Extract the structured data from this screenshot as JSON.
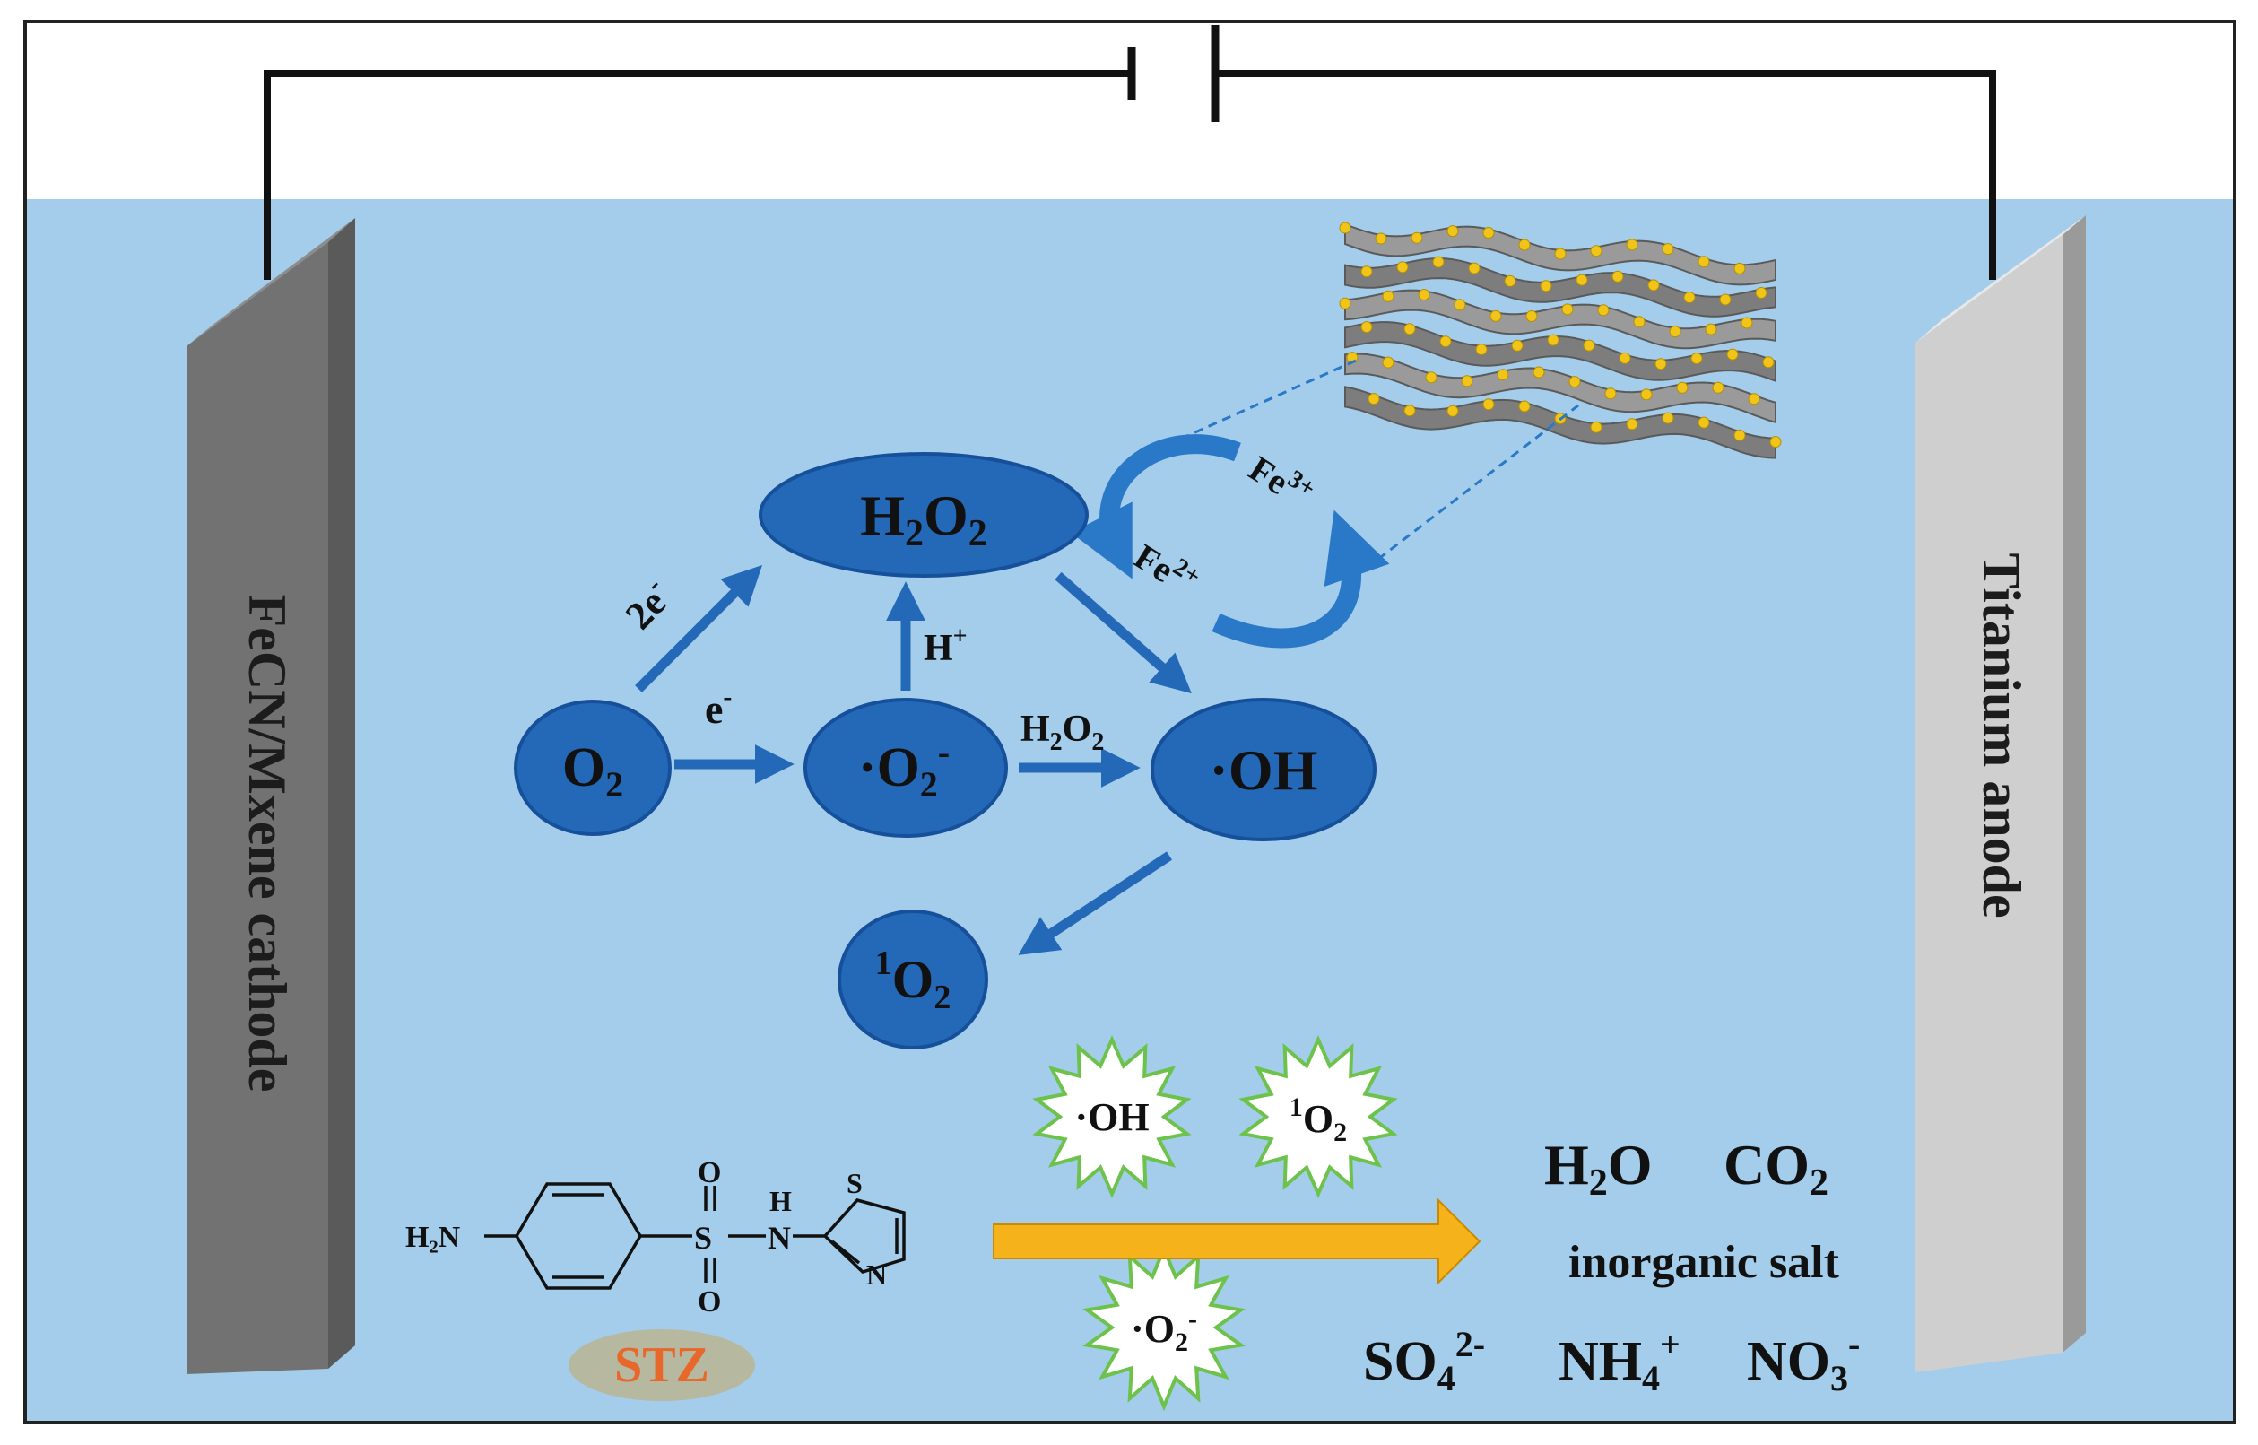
{
  "electrodes": {
    "cathode_label": "FeCN/Mxene cathode",
    "anode_label": "Titanium anode"
  },
  "species": {
    "o2": {
      "main": "O",
      "sub": "2"
    },
    "h2o2": {
      "p1": "H",
      "s1": "2",
      "p2": "O",
      "s2": "2"
    },
    "superoxide": {
      "pre": "·",
      "main": "O",
      "sub": "2",
      "sup": "-"
    },
    "hydroxyl": "·OH",
    "singlet": {
      "sup": "1",
      "main": "O",
      "sub": "2"
    }
  },
  "arrows": {
    "two_e": {
      "main": "2e",
      "sup": "-"
    },
    "e": {
      "main": "e",
      "sup": "-"
    },
    "h_plus": {
      "main": "H",
      "sup": "+"
    },
    "h2o2": {
      "p1": "H",
      "s1": "2",
      "p2": "O",
      "s2": "2"
    }
  },
  "iron_cycle": {
    "fe3": {
      "main": "Fe",
      "sup": "3+"
    },
    "fe2": {
      "main": "Fe",
      "sup": "2+"
    }
  },
  "radical_bursts": {
    "oh": "·OH",
    "singlet": {
      "sup": "1",
      "main": "O",
      "sub": "2"
    },
    "superoxide": {
      "pre": "·",
      "main": "O",
      "sub": "2",
      "sup": "-"
    }
  },
  "pollutant": {
    "label": "STZ",
    "atoms": {
      "h2n": "H₂N",
      "s": "S",
      "o_top": "O",
      "o_bottom": "O",
      "n": "N",
      "h": "H",
      "ring_s": "S",
      "ring_n": "N"
    }
  },
  "products": {
    "h2o": {
      "p1": "H",
      "s1": "2",
      "p2": "O"
    },
    "co2": {
      "p1": "CO",
      "s1": "2"
    },
    "salt_label": "inorganic salt",
    "so4": {
      "main": "SO",
      "sub": "4",
      "sup": "2-"
    },
    "nh4": {
      "main": "NH",
      "sub": "4",
      "sup": "+"
    },
    "no3": {
      "main": "NO",
      "sub": "3",
      "sup": "-"
    }
  },
  "colors": {
    "water": "#a3cdea",
    "node_fill": "#2469b8",
    "node_stroke": "#16509a",
    "cathode": "#6e6e6e",
    "anode": "#c9c9c9",
    "wire": "#111111",
    "product_arrow": "#f6b21a",
    "stz_text": "#e8672a",
    "stz_ellipse": "#b7b8a0",
    "burst_stroke": "#6cc24a",
    "catalyst": "#8a8a8a",
    "catalyst_dot": "#f0c419"
  }
}
